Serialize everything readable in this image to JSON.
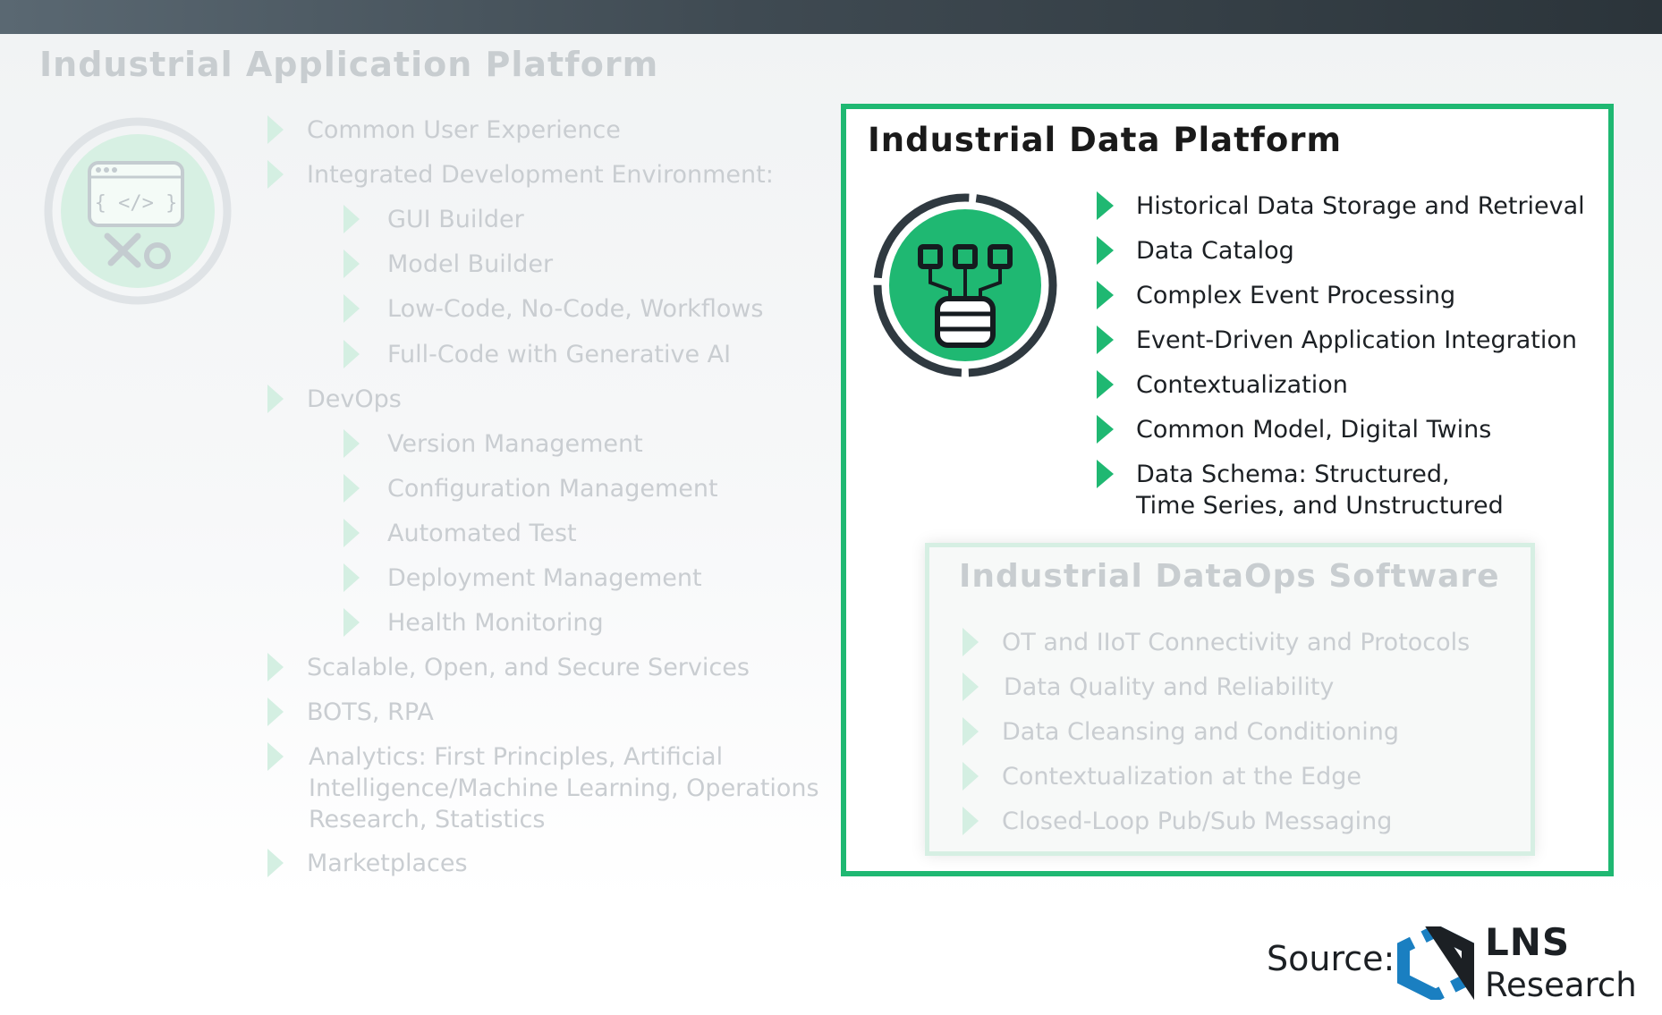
{
  "app_platform": {
    "title": "Industrial Application Platform",
    "items": [
      {
        "label": "Common User Experience"
      },
      {
        "label": "Integrated Development Environment:"
      },
      {
        "label": "GUI Builder"
      },
      {
        "label": "Model Builder"
      },
      {
        "label": "Low-Code, No-Code, Workflows"
      },
      {
        "label": "Full-Code with Generative AI"
      },
      {
        "label": "DevOps"
      },
      {
        "label": "Version Management"
      },
      {
        "label": "Configuration Management"
      },
      {
        "label": "Automated Test"
      },
      {
        "label": "Deployment Management"
      },
      {
        "label": "Health Monitoring"
      },
      {
        "label": "Scalable, Open, and Secure Services"
      },
      {
        "label": "BOTS, RPA"
      },
      {
        "label": "Analytics: First Principles, Artificial",
        "label_2": "Intelligence/Machine Learning, Operations",
        "label_3": "Research, Statistics"
      },
      {
        "label": "Marketplaces"
      }
    ],
    "icon": "code-tools-icon"
  },
  "data_platform": {
    "title": "Industrial Data Platform",
    "items": [
      {
        "label": "Historical Data Storage and Retrieval"
      },
      {
        "label": "Data Catalog"
      },
      {
        "label": "Complex Event Processing"
      },
      {
        "label": "Event-Driven Application Integration"
      },
      {
        "label": "Contextualization"
      },
      {
        "label": "Common Model, Digital Twins"
      },
      {
        "label": "Data Schema: Structured,",
        "label_2": "Time Series, and Unstructured"
      }
    ],
    "icon": "database-network-icon",
    "accent_color": "#1fb872"
  },
  "dataops": {
    "title": "Industrial DataOps Software",
    "items": [
      {
        "label": "OT and IIoT Connectivity and Protocols"
      },
      {
        "label": "Data Quality and Reliability"
      },
      {
        "label": "Data Cleansing and Conditioning"
      },
      {
        "label": "Contextualization at the Edge"
      },
      {
        "label": "Closed-Loop Pub/Sub Messaging"
      }
    ]
  },
  "source": {
    "label": "Source:",
    "brand_line1": "LNS",
    "brand_line2": "Research",
    "logo": "lns-hexagon-logo"
  }
}
